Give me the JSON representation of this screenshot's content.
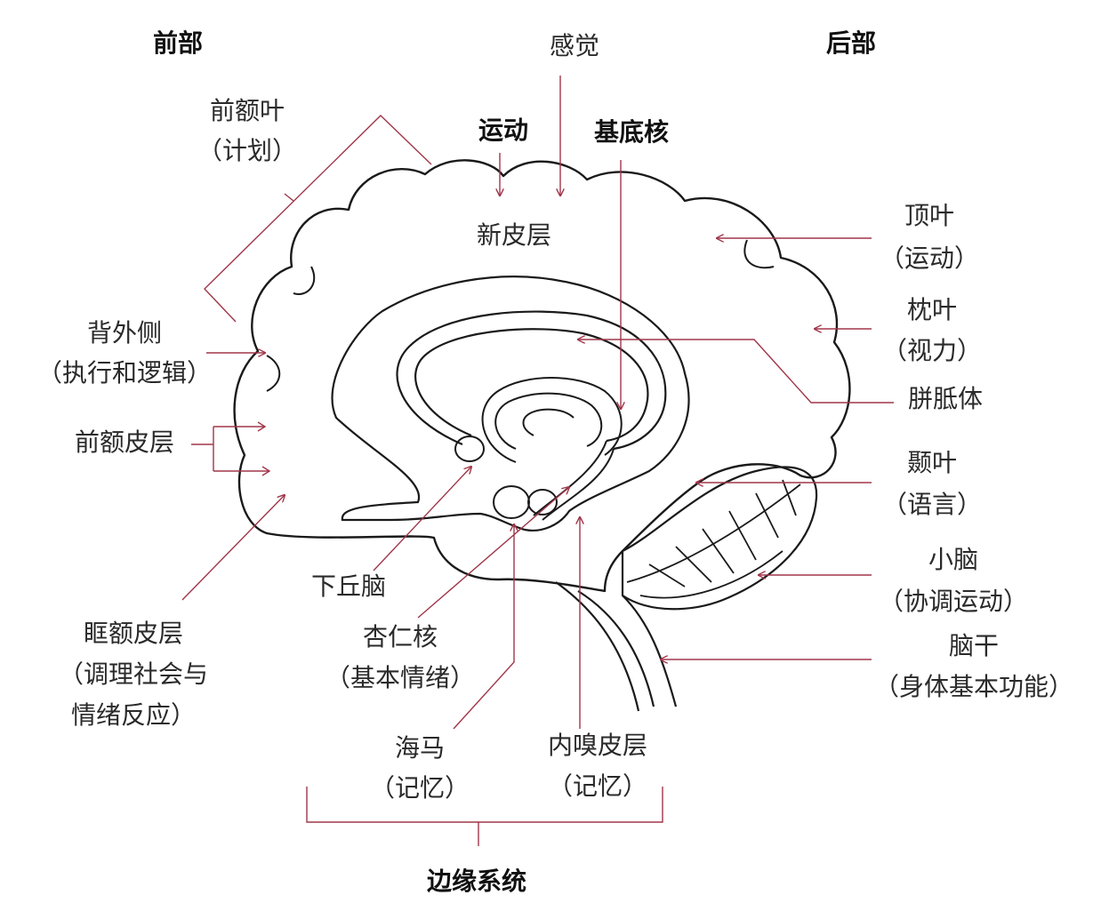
{
  "header": {
    "front": "前部",
    "back": "后部",
    "sense": "感觉",
    "motor": "运动",
    "basal": "基底核",
    "neocortex": "新皮层"
  },
  "left": {
    "prefrontal_lobe": "前额叶",
    "prefrontal_lobe_sub": "（计划）",
    "dorsolateral": "背外侧",
    "dorsolateral_sub": "（执行和逻辑）",
    "prefrontal_cortex": "前额皮层",
    "orbitofrontal": "眶额皮层",
    "orbitofrontal_sub1": "（调理社会与",
    "orbitofrontal_sub2": "情绪反应）"
  },
  "bottom": {
    "hypothalamus": "下丘脑",
    "amygdala": "杏仁核",
    "amygdala_sub": "（基本情绪）",
    "hippocampus": "海马",
    "hippocampus_sub": "（记忆）",
    "entorhinal": "内嗅皮层",
    "entorhinal_sub": "（记忆）",
    "limbic": "边缘系统"
  },
  "right": {
    "parietal": "顶叶",
    "parietal_sub": "（运动）",
    "occipital": "枕叶",
    "occipital_sub": "（视力）",
    "corpus_callosum": "胼胝体",
    "temporal": "颞叶",
    "temporal_sub": "（语言）",
    "cerebellum": "小脑",
    "cerebellum_sub": "（协调运动）",
    "brainstem": "脑干",
    "brainstem_sub": "（身体基本功能）"
  },
  "colors": {
    "outline": "#1a1a1a",
    "pointer": "#a0364a"
  }
}
